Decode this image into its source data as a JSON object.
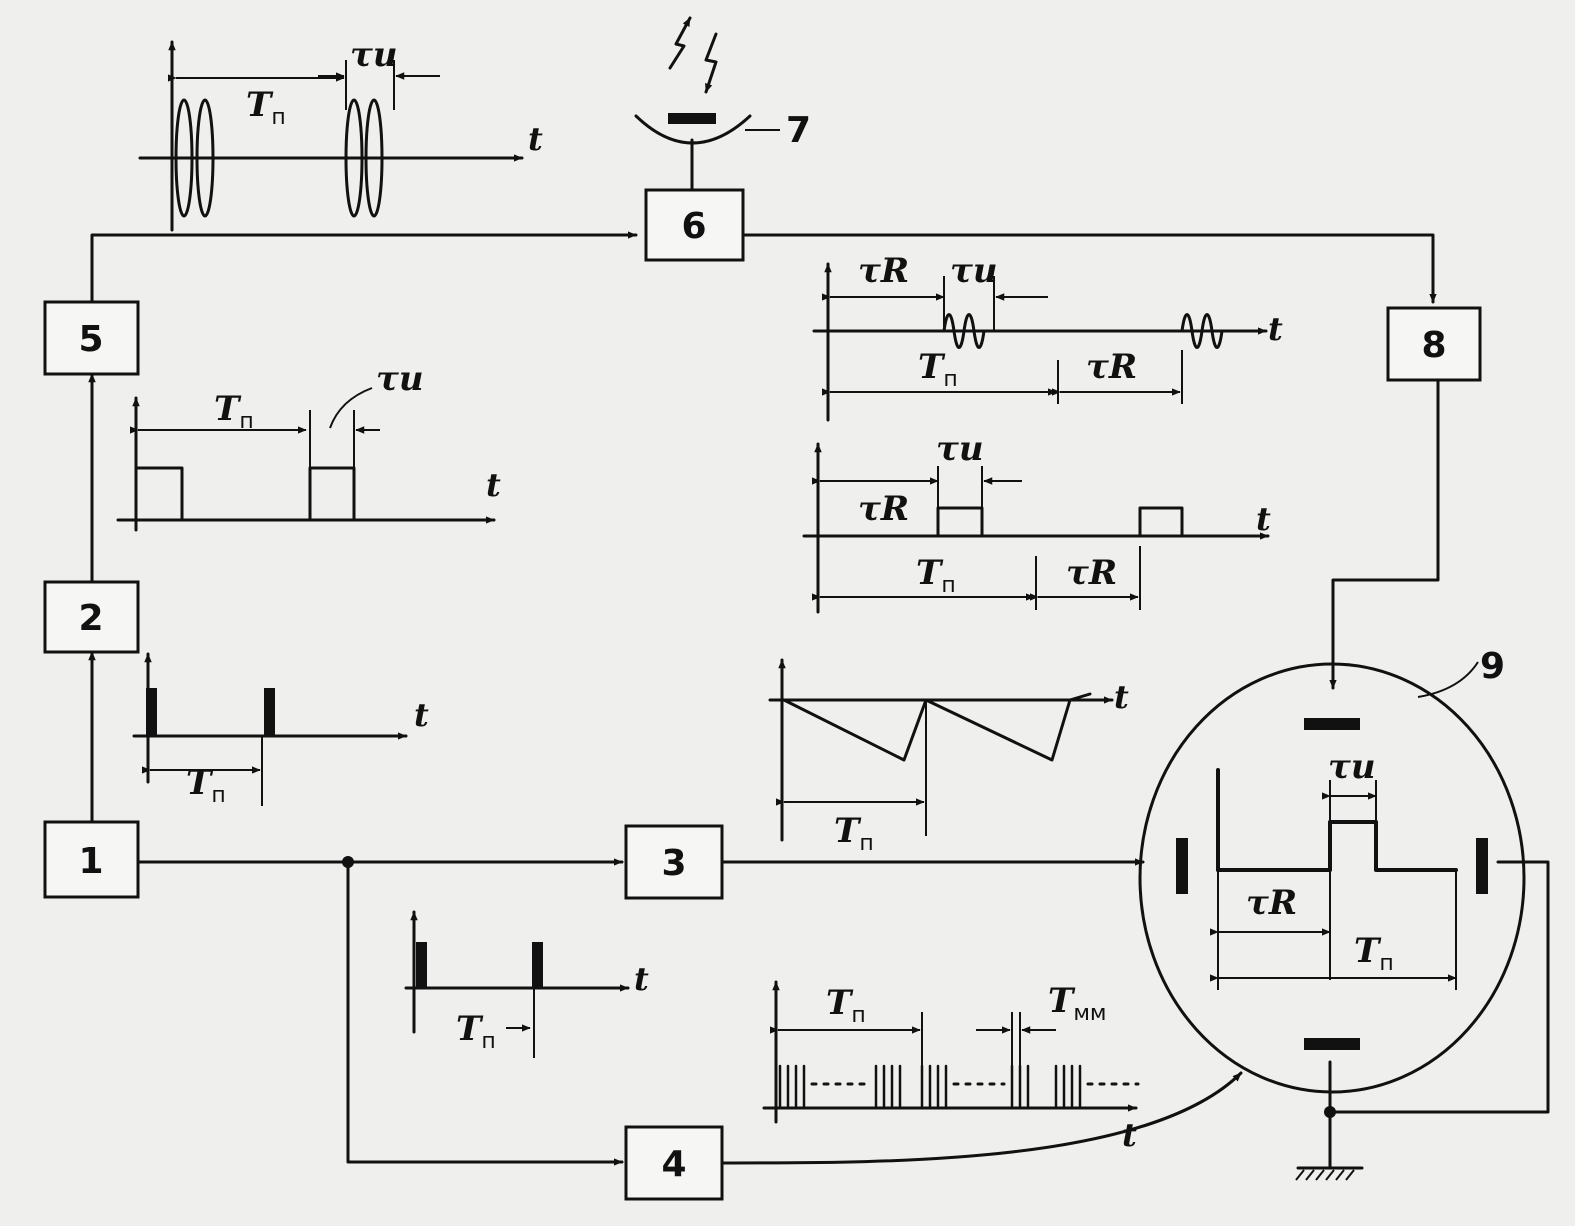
{
  "blocks": [
    {
      "id": "1",
      "label": "1"
    },
    {
      "id": "2",
      "label": "2"
    },
    {
      "id": "3",
      "label": "3"
    },
    {
      "id": "4",
      "label": "4"
    },
    {
      "id": "5",
      "label": "5"
    },
    {
      "id": "6",
      "label": "6"
    },
    {
      "id": "7",
      "label": "7"
    },
    {
      "id": "8",
      "label": "8"
    },
    {
      "id": "9",
      "label": "9"
    }
  ],
  "symbols": {
    "T": "T",
    "p_sub": "п",
    "mm_sub": "мм",
    "tau": "τ",
    "i_sub": "и",
    "r_sub": "R",
    "t_axis": "t"
  }
}
